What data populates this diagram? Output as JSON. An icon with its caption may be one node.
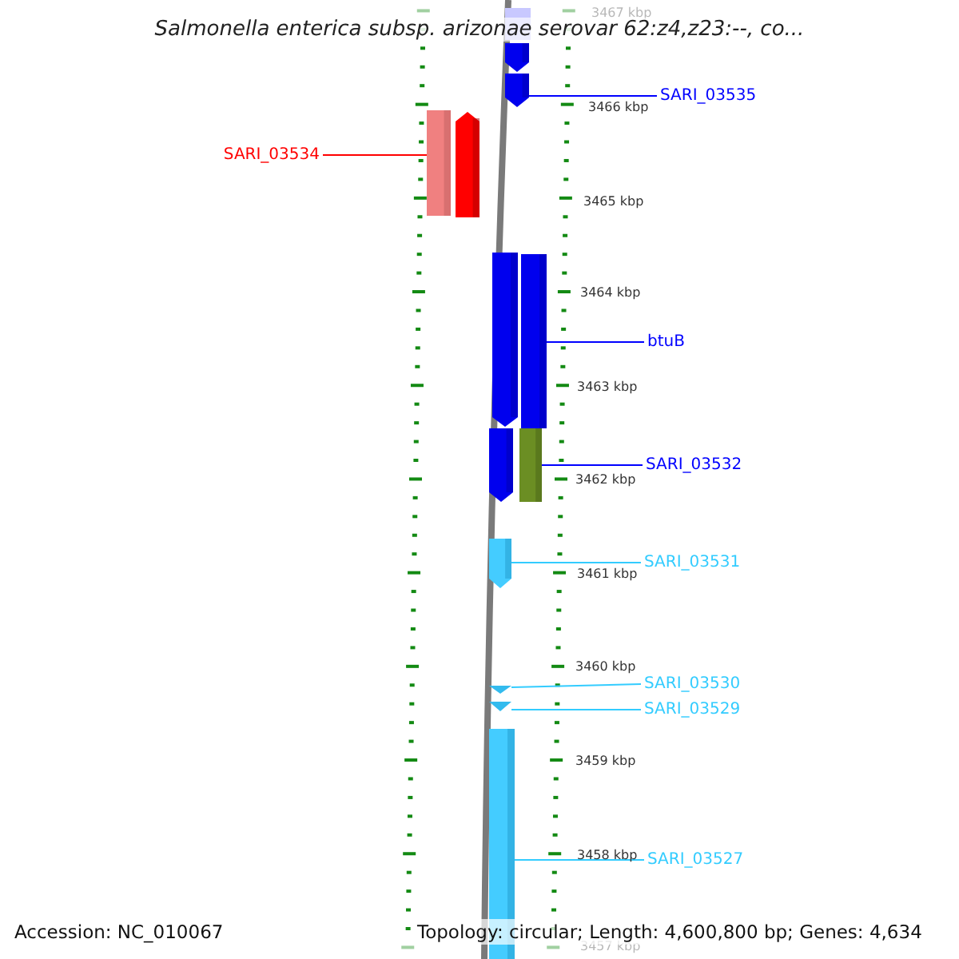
{
  "diagram": {
    "title": "Salmonella enterica subsp. arizonae serovar 62:z4,z23:--, co...",
    "nodes": [
      {
        "text": [
          "SARI_03535"
        ]
      },
      {
        "text": [
          "SARI_03534"
        ]
      },
      {
        "text": [
          "btuB"
        ]
      },
      {
        "text": [
          "SARI_03532"
        ]
      },
      {
        "text": [
          "SARI_03531"
        ]
      },
      {
        "text": [
          "SARI_03530"
        ]
      },
      {
        "text": [
          "SARI_03529"
        ]
      },
      {
        "text": [
          "SARI_03527"
        ]
      },
      {
        "text": [],
        "shape": "bar"
      },
      {
        "text": [],
        "shape": "bar"
      },
      {
        "text": [],
        "shape": "bar"
      },
      {
        "text": [],
        "shape": "bar"
      },
      {
        "text": [],
        "shape": "bar"
      },
      {
        "text": [],
        "shape": "triangle"
      },
      {
        "text": [],
        "shape": "triangle"
      },
      {
        "text": [],
        "shape": "bar"
      }
    ],
    "edges": [
      {
        "from": 0,
        "to": 8,
        "arrow": "none",
        "color": "#0000ff"
      },
      {
        "from": 1,
        "to": 9,
        "arrow": "none",
        "color": "#ff0000"
      },
      {
        "from": 2,
        "to": 10,
        "arrow": "none",
        "color": "#0000ff"
      },
      {
        "from": 3,
        "to": 11,
        "arrow": "none",
        "color": "#0000ff"
      },
      {
        "from": 4,
        "to": 12,
        "arrow": "none"
      },
      {
        "from": 5,
        "to": 13,
        "arrow": "none"
      },
      {
        "from": 6,
        "to": 14,
        "arrow": "none"
      },
      {
        "from": 7,
        "to": 15,
        "arrow": "none"
      }
    ],
    "labels": [
      "3467 kbp",
      "3466 kbp",
      "3465 kbp",
      "3464 kbp",
      "3463 kbp",
      "3462 kbp",
      "3461 kbp",
      "3460 kbp",
      "3459 kbp",
      "3458 kbp",
      "3457 kbp",
      "Accession: NC_010067",
      "Topology: circular; Length: 4,600,800 bp; Genes: 4,634"
    ]
  }
}
